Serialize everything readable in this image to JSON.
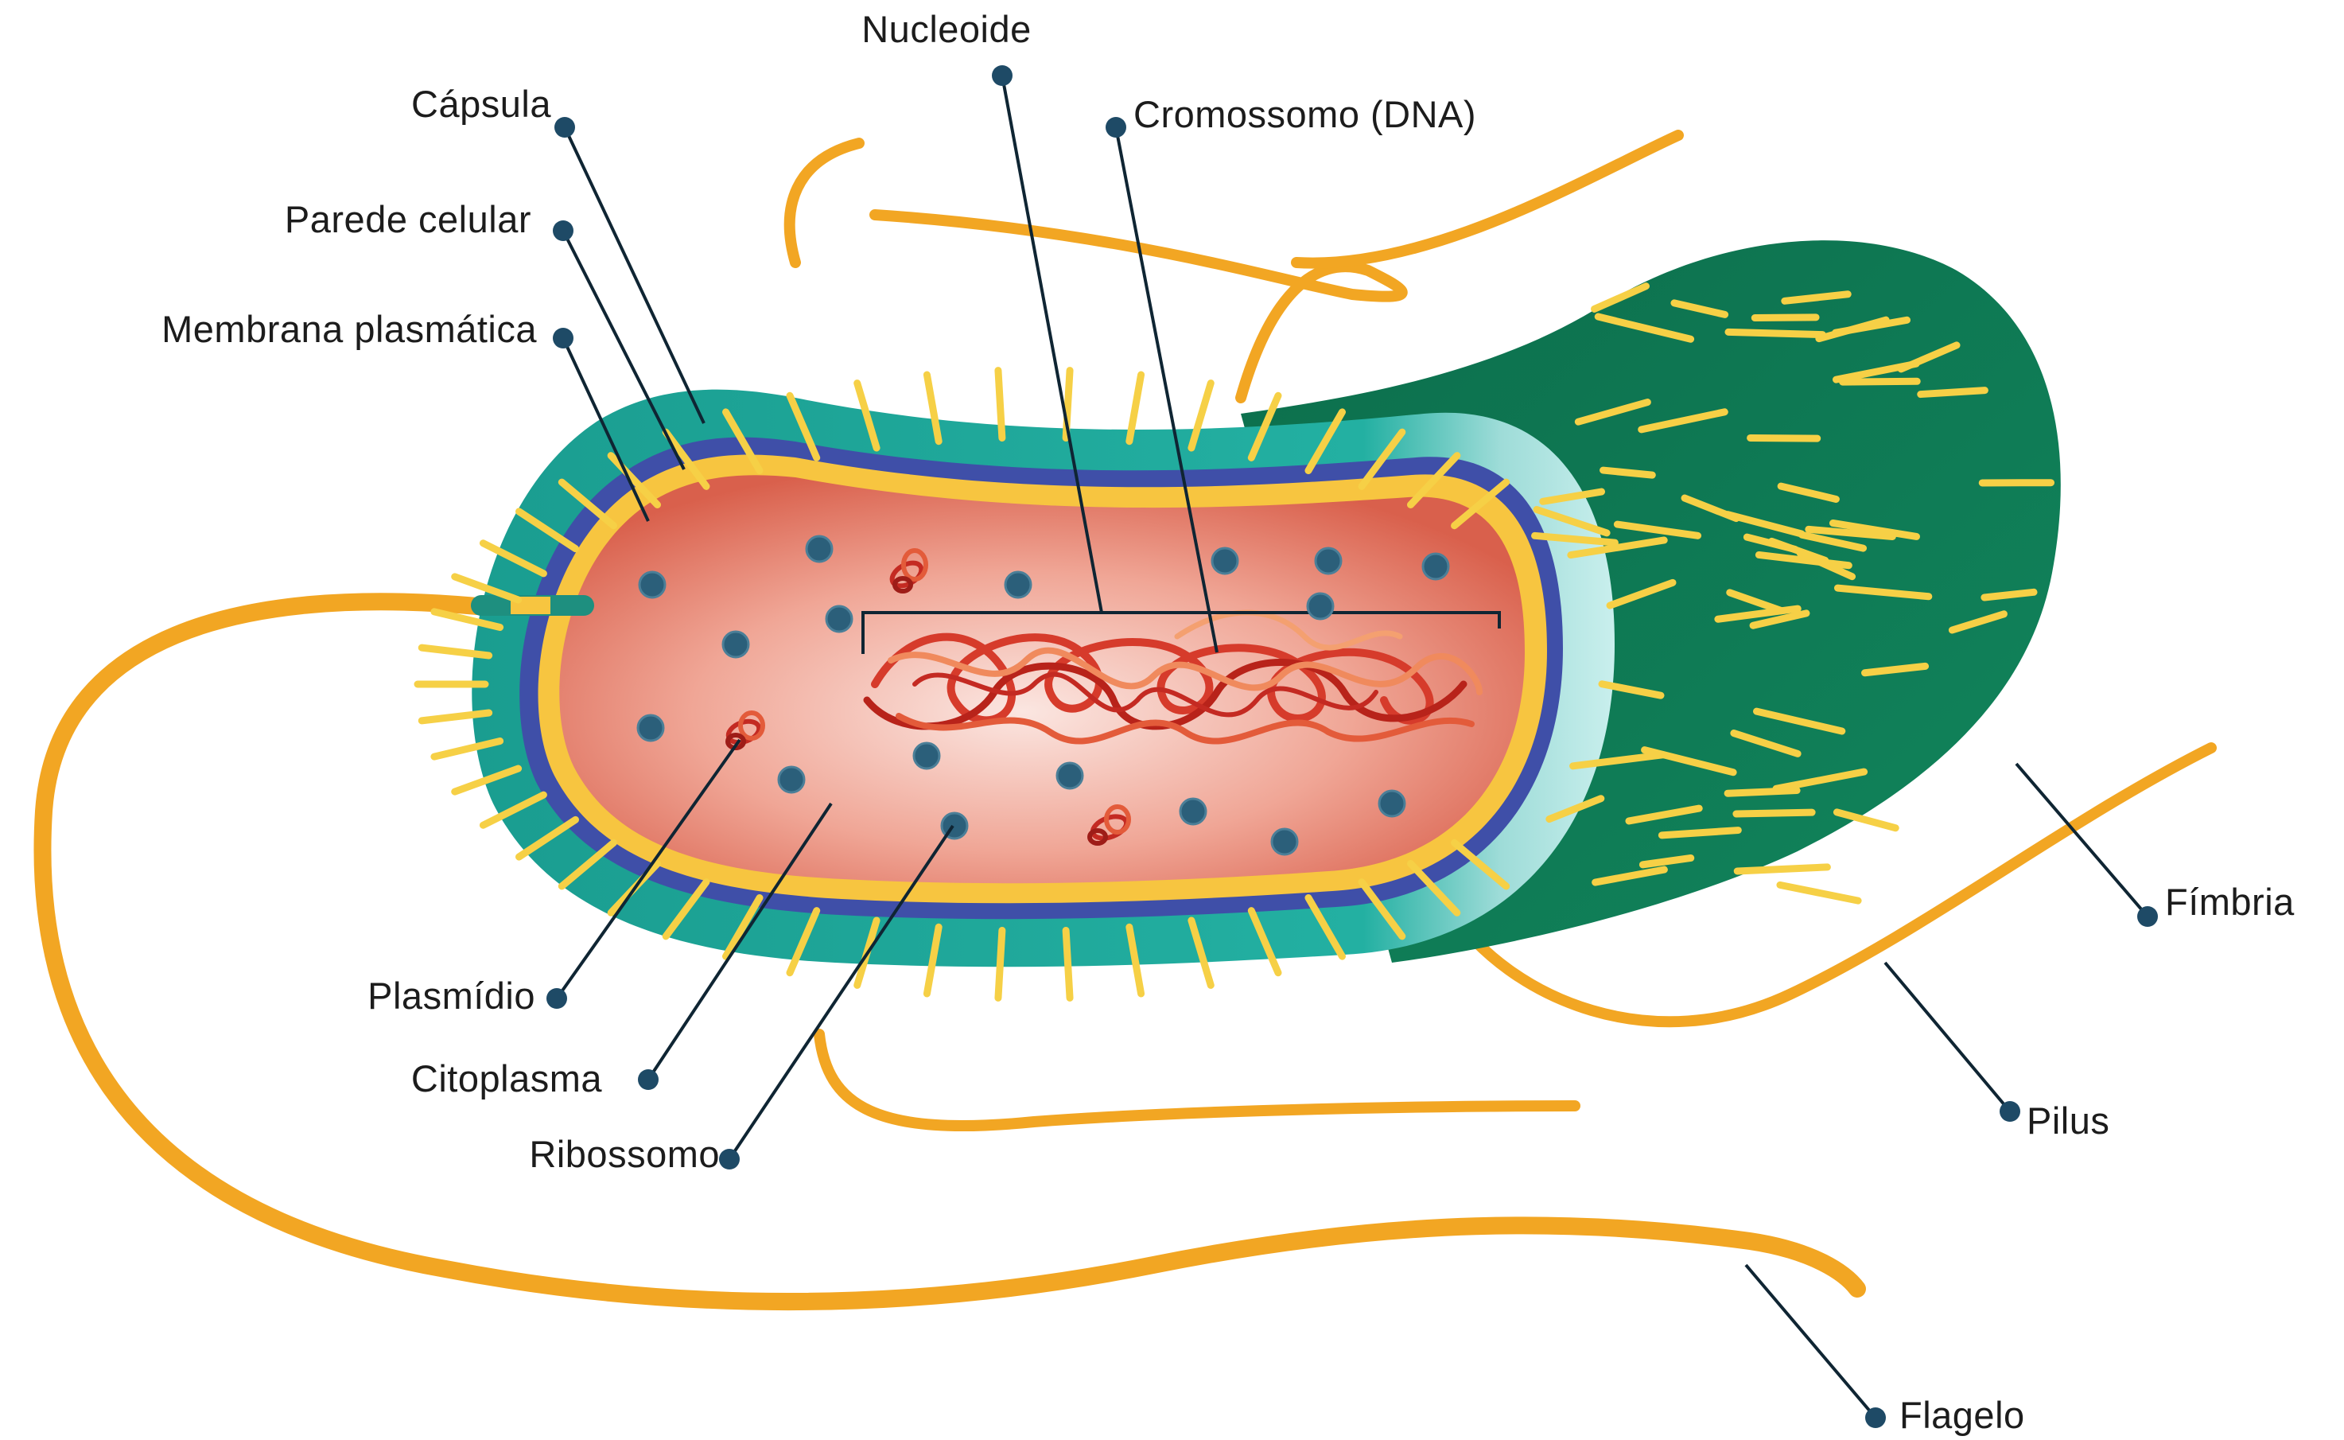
{
  "diagram": {
    "labels": {
      "capsula": "Cápsula",
      "parede_celular": "Parede celular",
      "membrana_plasmatica": "Membrana plasmática",
      "nucleoide": "Nucleoide",
      "cromossomo": "Cromossomo (DNA)",
      "plasmidio": "Plasmídio",
      "citoplasma": "Citoplasma",
      "ribossomo": "Ribossomo",
      "fimbria": "Fímbria",
      "pilus": "Pilus",
      "flagelo": "Flagelo"
    },
    "colors": {
      "capsule": "#1fa89a",
      "capsule_light": "#a9e3e0",
      "cell_wall": "#3f4fa8",
      "membrane": "#f7c540",
      "cytoplasm": "#e98a78",
      "cytoplasm_center": "#fbe3dd",
      "dna": "#d63b2b",
      "tail": "#0f7a55",
      "flagellum": "#f2a623",
      "fimbria": "#f6d046",
      "ribosome": "#2b5f7a",
      "leader_line": "#0f2533"
    }
  }
}
